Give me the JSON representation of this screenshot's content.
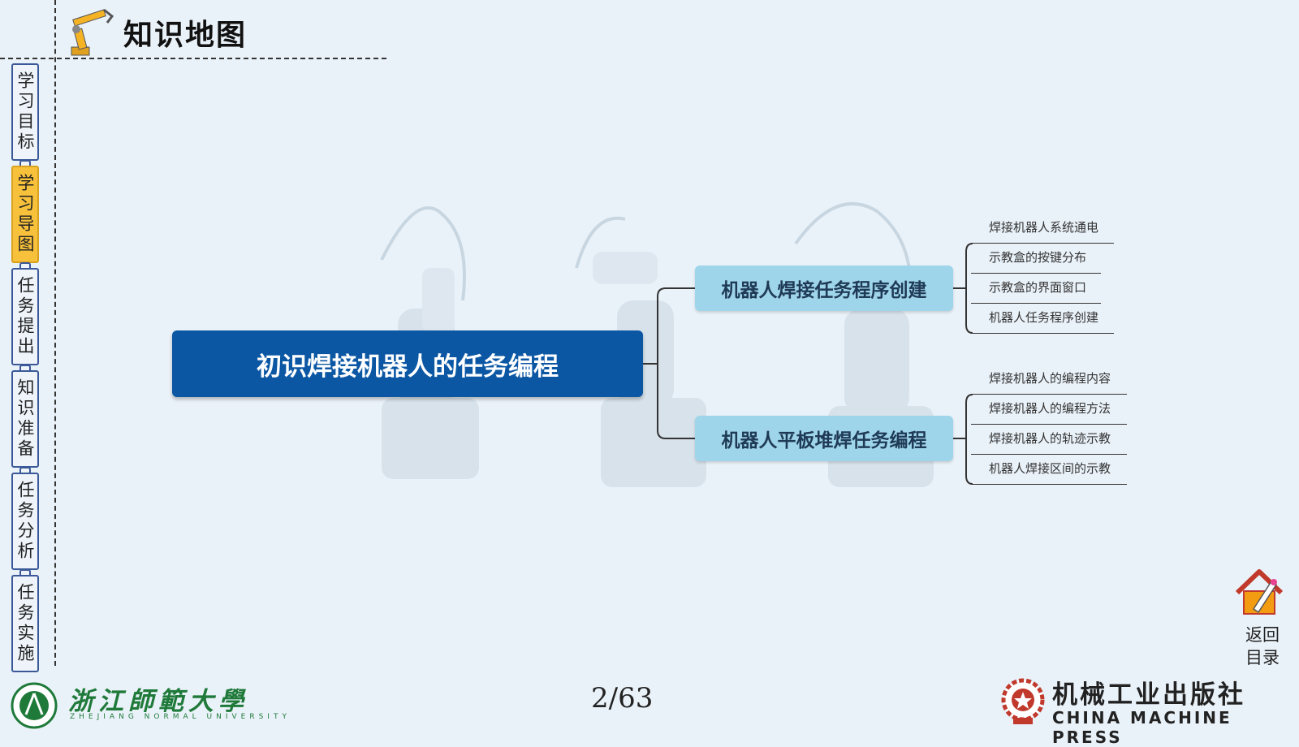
{
  "header": {
    "title": "知识地图"
  },
  "nav": {
    "items": [
      {
        "label": "学习目标",
        "active": false
      },
      {
        "label": "学习导图",
        "active": true
      },
      {
        "label": "任务提出",
        "active": false
      },
      {
        "label": "知识准备",
        "active": false
      },
      {
        "label": "任务分析",
        "active": false
      },
      {
        "label": "任务实施",
        "active": false
      }
    ]
  },
  "mindmap": {
    "root": "初识焊接机器人的任务编程",
    "branches": [
      {
        "label": "机器人焊接任务程序创建",
        "leaves": [
          "焊接机器人系统通电",
          "示教盒的按键分布",
          "示教盒的界面窗口",
          "机器人任务程序创建"
        ]
      },
      {
        "label": "机器人平板堆焊任务编程",
        "leaves": [
          "焊接机器人的编程内容",
          "焊接机器人的编程方法",
          "焊接机器人的轨迹示教",
          "机器人焊接区间的示教"
        ]
      }
    ]
  },
  "footer": {
    "page": "2/63",
    "return_label": "返回目录",
    "znu_cn": "浙江師範大學",
    "znu_en": "ZHEJIANG NORMAL UNIVERSITY",
    "cmp_cn": "机械工业出版社",
    "cmp_en": "CHINA MACHINE PRESS"
  },
  "colors": {
    "root": "#0b57a4",
    "branch": "#9fd5ea",
    "nav_active": "#f7c13b",
    "background": "#eaf2f9"
  }
}
